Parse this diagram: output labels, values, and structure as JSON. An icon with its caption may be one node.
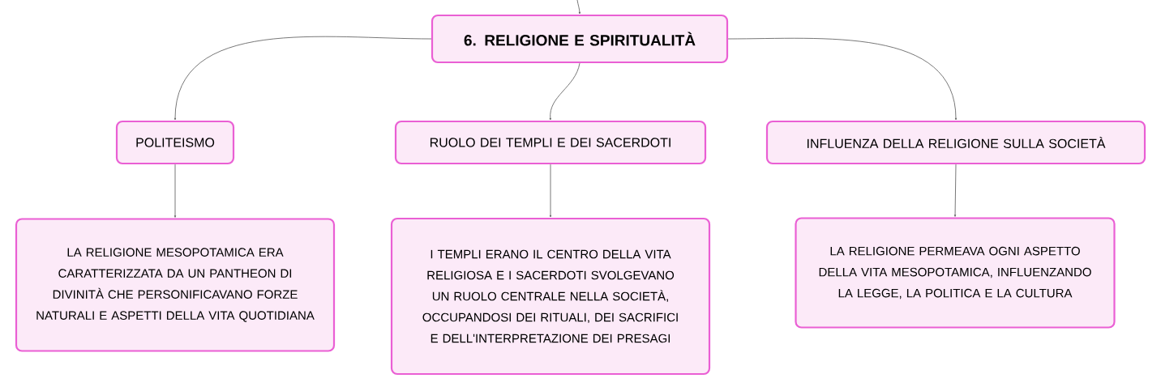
{
  "diagram": {
    "nodes": [
      {
        "text": [
          "6. RELIGIONE E SPIRITUALITÀ"
        ]
      },
      {
        "text": [
          "POLITEISMO"
        ]
      },
      {
        "text": [
          "RUOLO DEI TEMPLI E DEI SACERDOTI"
        ]
      },
      {
        "text": [
          "INFLUENZA DELLA RELIGIONE SULLA SOCIETÀ"
        ]
      },
      {
        "text": [
          "LA RELIGIONE MESOPOTAMICA ERA CARATTERIZZATA DA UN PANTHEON DI DIVINITÀ CHE PERSONIFICAVANO FORZE NATURALI E ASPETTI DELLA VITA QUOTIDIANA"
        ]
      },
      {
        "text": [
          "I TEMPLI ERANO IL CENTRO DELLA VITA RELIGIOSA E I SACERDOTI SVOLGEVANO UN RUOLO CENTRALE NELLA SOCIETÀ, OCCUPANDOSI DEI RITUALI, DEI SACRIFICI E DELL'INTERPRETAZIONE DEI PRESAGI"
        ]
      },
      {
        "text": [
          "LA RELIGIONE PERMEAVA OGNI ASPETTO DELLA VITA MESOPOTAMICA, INFLUENZANDO LA LEGGE, LA POLITICA E LA CULTURA"
        ]
      }
    ],
    "edges": [
      {
        "from": null,
        "to": 0,
        "arrow": "to"
      },
      {
        "from": 0,
        "to": 1,
        "arrow": "to"
      },
      {
        "from": 0,
        "to": 2,
        "arrow": "to"
      },
      {
        "from": 0,
        "to": 3,
        "arrow": "to"
      },
      {
        "from": 1,
        "to": 4,
        "arrow": "to"
      },
      {
        "from": 2,
        "to": 5,
        "arrow": "to"
      },
      {
        "from": 3,
        "to": 6,
        "arrow": "to"
      }
    ]
  }
}
